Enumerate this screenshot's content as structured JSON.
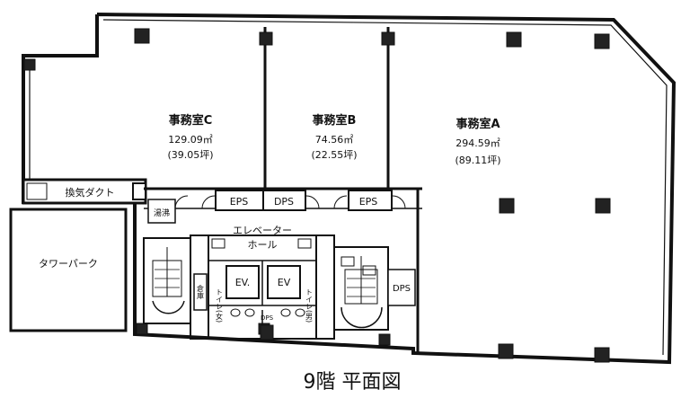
{
  "floor_title": "9階 平面図",
  "rooms": {
    "office_c": {
      "name": "事務室C",
      "area_m2": "129.09㎡",
      "area_tsubo": "(39.05坪)"
    },
    "office_b": {
      "name": "事務室B",
      "area_m2": "74.56㎡",
      "area_tsubo": "(22.55坪)"
    },
    "office_a": {
      "name": "事務室A",
      "area_m2": "294.59㎡",
      "area_tsubo": "(89.11坪)"
    }
  },
  "labels": {
    "ventilation_duct": "換気ダクト",
    "tower_parking": "タワーパーク",
    "elevator_hall_1": "エレベーター",
    "elevator_hall_2": "ホール",
    "eps_1": "EPS",
    "dps_1": "DPS",
    "eps_2": "EPS",
    "dps_3": "DPS",
    "dps_small": "DPS",
    "ev_1": "EV.",
    "ev_2": "EV",
    "toilet_female": "トイレ(女)",
    "toilet_male": "トイレ(男)",
    "janitor": "湯沸",
    "storage": "倉庫"
  }
}
